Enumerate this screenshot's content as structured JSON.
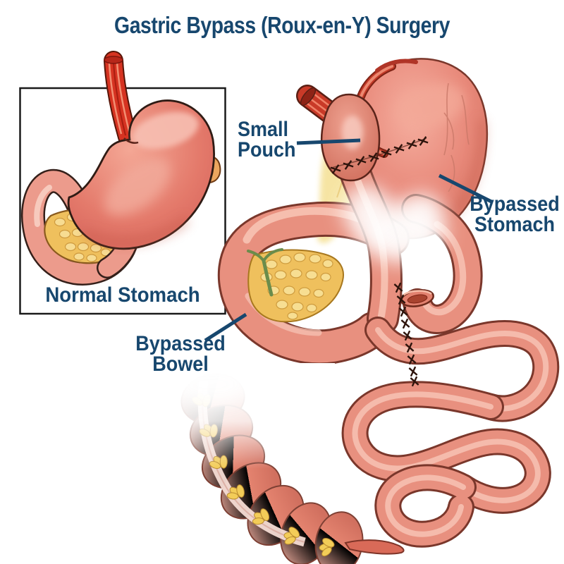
{
  "title": "Gastric Bypass (Roux-en-Y) Surgery",
  "inset": {
    "caption": "Normal Stomach"
  },
  "callouts": {
    "small_pouch": {
      "line1": "Small",
      "line2": "Pouch"
    },
    "bypassed_stomach": {
      "line1": "Bypassed",
      "line2": "Stomach"
    },
    "bypassed_bowel": {
      "line1": "Bypassed",
      "line2": "Bowel"
    }
  },
  "colors": {
    "label_text": "#17476E",
    "leader_line": "#17476E",
    "inset_border": "#1A1A1A",
    "background": "#FFFFFF",
    "organ_pink": "#E8907F",
    "organ_pink_light": "#F7C3B4",
    "organ_deep_red": "#C23A28",
    "esophagus_red": "#D63321",
    "outline_brown": "#7A372B",
    "fat_yellow": "#EFC05D",
    "omentum_pale_yellow": "#F6E39E",
    "bile_duct_green": "#6B8C4B",
    "suture_dark": "#2E140C"
  }
}
